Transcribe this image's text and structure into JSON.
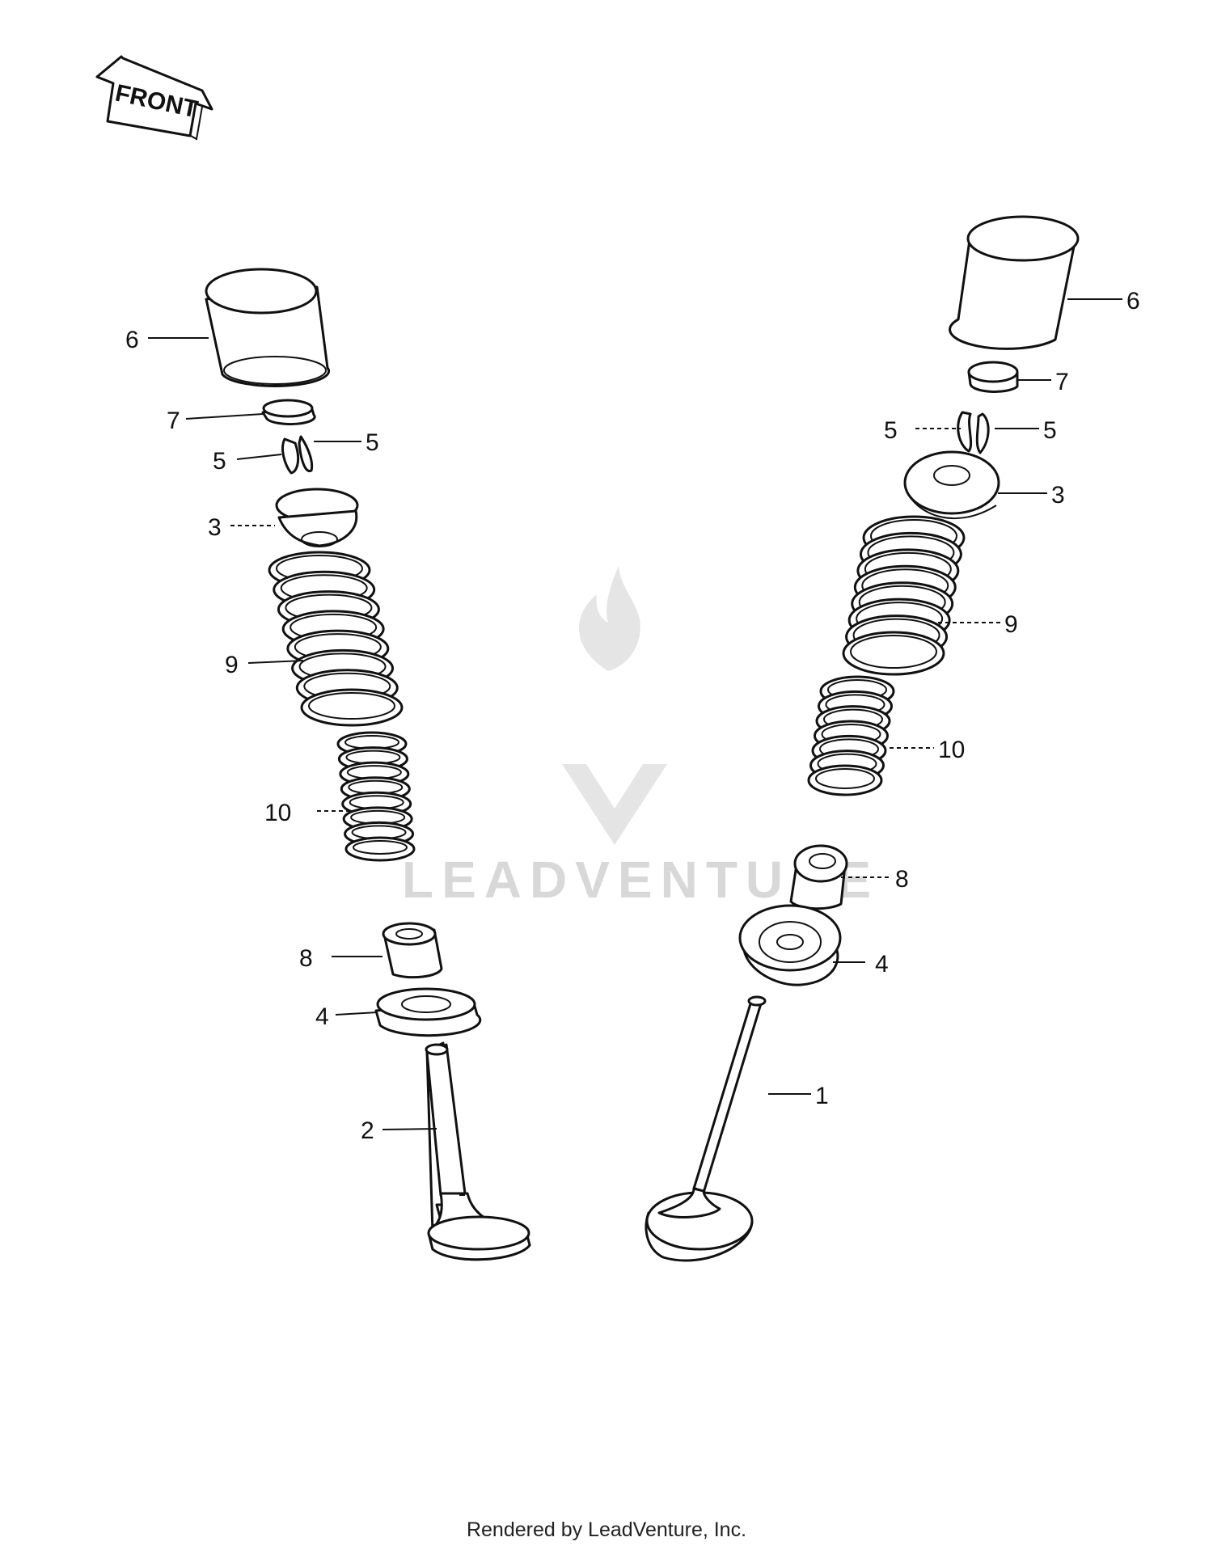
{
  "diagram": {
    "direction_label": "FRONT",
    "watermark_text": "LEADVENTURE",
    "footer_text": "Rendered by LeadVenture, Inc.",
    "callouts": {
      "left": {
        "c6": "6",
        "c7": "7",
        "c5a": "5",
        "c5b": "5",
        "c3": "3",
        "c9": "9",
        "c10": "10",
        "c8": "8",
        "c4": "4",
        "c2": "2"
      },
      "right": {
        "c6": "6",
        "c7": "7",
        "c5a": "5",
        "c5b": "5",
        "c3": "3",
        "c9": "9",
        "c10": "10",
        "c8": "8",
        "c4": "4",
        "c1": "1"
      }
    },
    "colors": {
      "line": "#111111",
      "watermark": "#d4d4d4",
      "background": "#ffffff"
    }
  }
}
